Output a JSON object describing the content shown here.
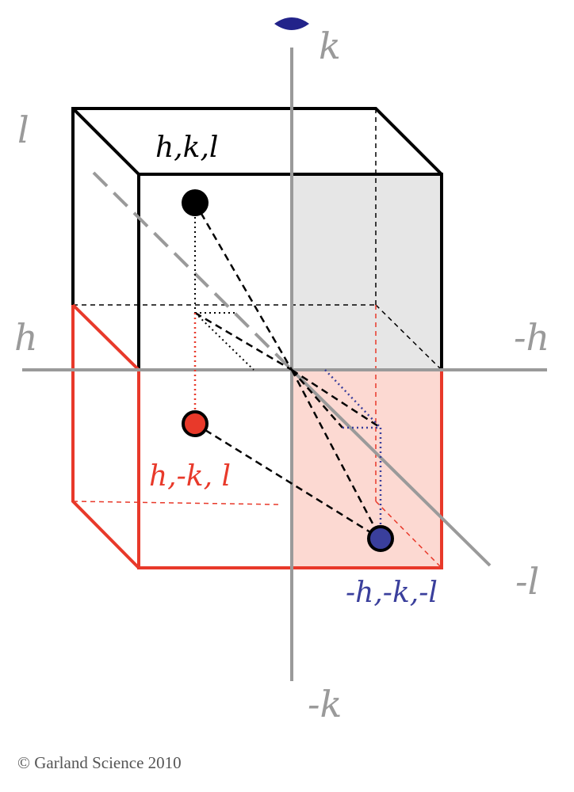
{
  "axes": {
    "k_pos": "k",
    "k_neg": "-k",
    "h_pos": "h",
    "h_neg": "-h",
    "l_pos": "l",
    "l_neg": "-l"
  },
  "points": {
    "top": "h,k,l",
    "mirror": "h,-k, l",
    "inverse": "-h,-k,-l"
  },
  "copyright": "© Garland Science 2010",
  "colors": {
    "axis": "#9a9a9a",
    "top_box": "#000000",
    "bottom_box": "#e8392a",
    "inverse_point": "#3a3f9c",
    "top_shade": "#e6e6e6",
    "bottom_shade": "#fcd9d2"
  },
  "icons": {
    "viewer": "eye-icon"
  }
}
